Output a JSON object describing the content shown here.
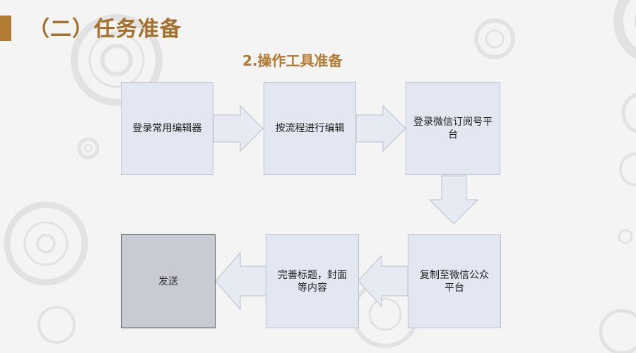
{
  "header": {
    "title": "（二）任务准备",
    "subtitle": "2.操作工具准备"
  },
  "flow": {
    "step1": "登录常用编辑器",
    "step2": "按流程进行编辑",
    "step3": "登录微信订阅号平台",
    "step4": "复制至微信公众平台",
    "step5": "完善标题，封面等内容",
    "step6": "发送"
  },
  "colors": {
    "accent": "#b27a33",
    "box_fill": "#e2e7f1",
    "box_border": "#b9c0cc",
    "final_box_fill": "#c8cbd4",
    "arrow_fill": "#e6eaf2",
    "arrow_stroke": "#b9c0cc"
  }
}
